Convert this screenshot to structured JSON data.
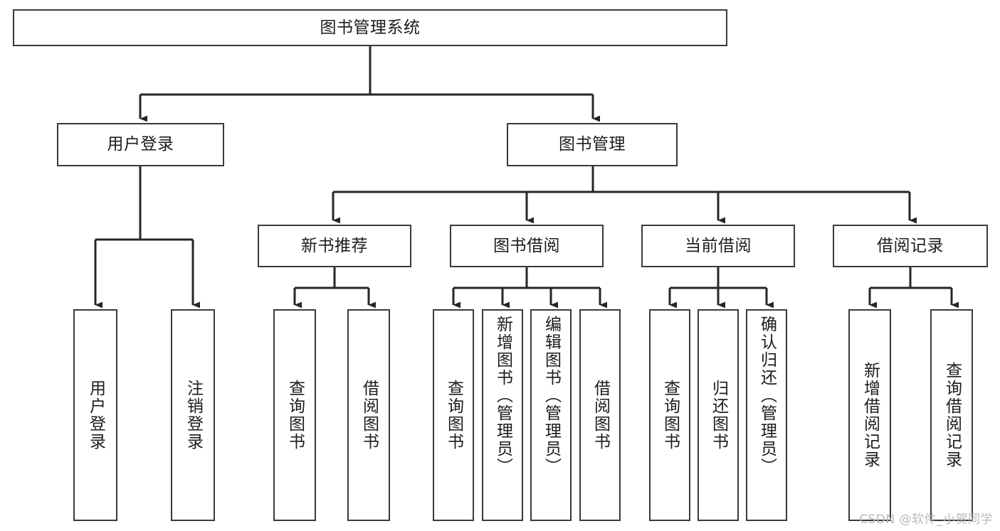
{
  "diagram": {
    "title": "图书管理系统",
    "type": "tree-hierarchy-chart",
    "watermark": "CSDN @软件_小贺同学",
    "colors": {
      "background": "#ffffff",
      "box_border": "#3a3a3a",
      "box_fill": "#ffffff",
      "connector": "#262626",
      "text": "#1c1c1c",
      "watermark": "#b9b9b9"
    },
    "levels": {
      "root": "图书管理系统",
      "level2": [
        "用户登录",
        "图书管理"
      ],
      "level3": [
        "新书推荐",
        "图书借阅",
        "当前借阅",
        "借阅记录"
      ]
    },
    "nodes": {
      "root": {
        "label": "图书管理系统"
      },
      "user_login": {
        "label": "用户登录"
      },
      "book_manage": {
        "label": "图书管理"
      },
      "new_book_rec": {
        "label": "新书推荐"
      },
      "book_borrow": {
        "label": "图书借阅"
      },
      "current_borrow": {
        "label": "当前借阅"
      },
      "borrow_record": {
        "label": "借阅记录"
      },
      "leaf_user_login": {
        "label": "用户登录"
      },
      "leaf_user_logout": {
        "label": "注销登录"
      },
      "leaf_query_book_a": {
        "label": "查询图书"
      },
      "leaf_borrow_book_a": {
        "label": "借阅图书"
      },
      "leaf_query_book_b": {
        "label": "查询图书"
      },
      "leaf_add_book": {
        "label": "新增图书（管理员）"
      },
      "leaf_edit_book": {
        "label": "编辑图书（管理员）"
      },
      "leaf_borrow_book_b": {
        "label": "借阅图书"
      },
      "leaf_query_book_c": {
        "label": "查询图书"
      },
      "leaf_return_book": {
        "label": "归还图书"
      },
      "leaf_confirm_return": {
        "label": "确认归还（管理员）"
      },
      "leaf_add_record": {
        "label": "新增借阅记录"
      },
      "leaf_query_record": {
        "label": "查询借阅记录"
      }
    },
    "edges": [
      {
        "from": "图书管理系统",
        "to": "用户登录"
      },
      {
        "from": "图书管理系统",
        "to": "图书管理"
      },
      {
        "from": "用户登录",
        "to": "用户登录"
      },
      {
        "from": "用户登录",
        "to": "注销登录"
      },
      {
        "from": "图书管理",
        "to": "新书推荐"
      },
      {
        "from": "图书管理",
        "to": "图书借阅"
      },
      {
        "from": "图书管理",
        "to": "当前借阅"
      },
      {
        "from": "图书管理",
        "to": "借阅记录"
      },
      {
        "from": "新书推荐",
        "to": "查询图书"
      },
      {
        "from": "新书推荐",
        "to": "借阅图书"
      },
      {
        "from": "图书借阅",
        "to": "查询图书"
      },
      {
        "from": "图书借阅",
        "to": "新增图书（管理员）"
      },
      {
        "from": "图书借阅",
        "to": "编辑图书（管理员）"
      },
      {
        "from": "图书借阅",
        "to": "借阅图书"
      },
      {
        "from": "当前借阅",
        "to": "查询图书"
      },
      {
        "from": "当前借阅",
        "to": "归还图书"
      },
      {
        "from": "当前借阅",
        "to": "确认归还（管理员）"
      },
      {
        "from": "借阅记录",
        "to": "新增借阅记录"
      },
      {
        "from": "借阅记录",
        "to": "查询借阅记录"
      }
    ]
  }
}
